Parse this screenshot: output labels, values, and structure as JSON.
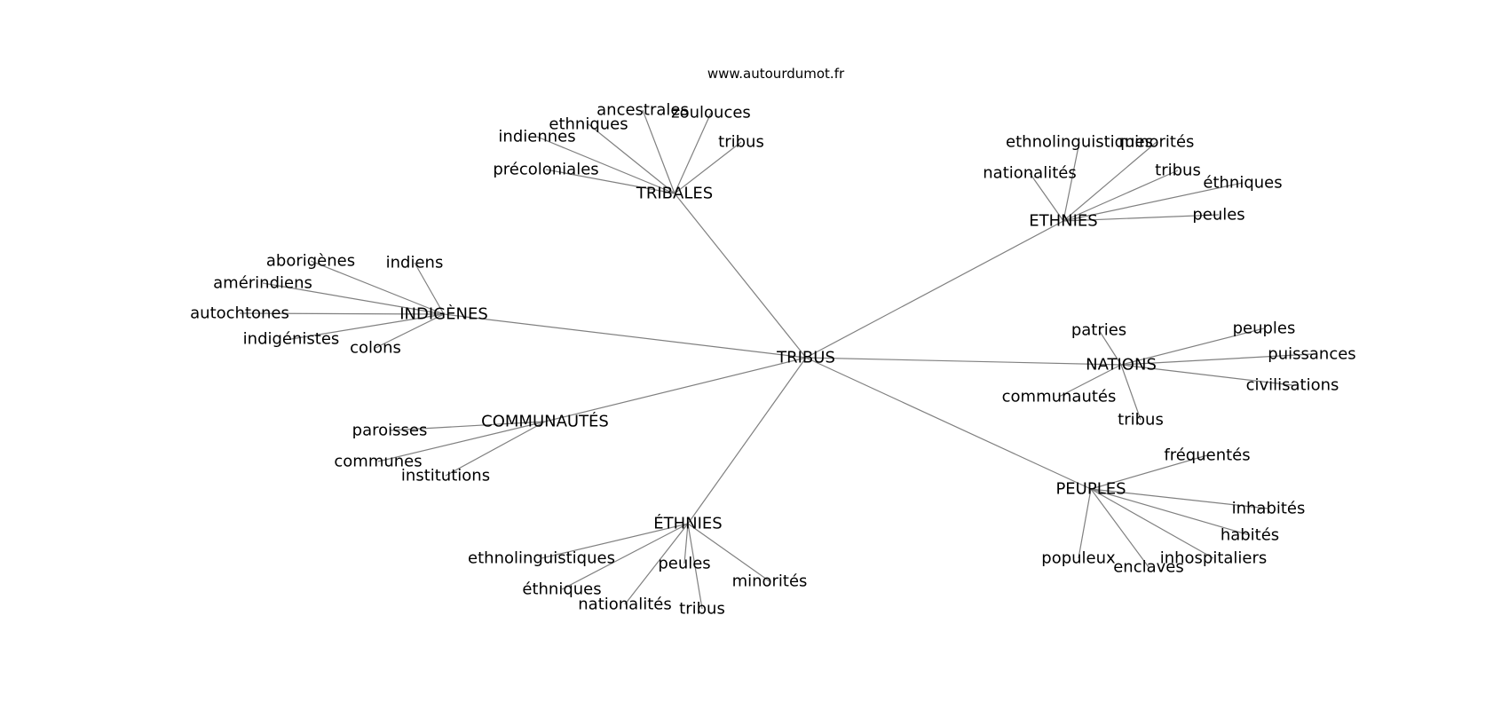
{
  "source": "www.autourdumot.fr",
  "colors": {
    "edge": "#808080",
    "text": "#000000",
    "background": "#ffffff"
  },
  "graph": {
    "center": "TRIBUS",
    "hubs": [
      {
        "label": "TRIBALES",
        "leaves": [
          "ancestrales",
          "zoulouces",
          "ethniques",
          "indiennes",
          "tribus",
          "précoloniales"
        ]
      },
      {
        "label": "ETHNIES",
        "leaves": [
          "ethnolinguistiques",
          "minorités",
          "nationalités",
          "tribus",
          "éthniques",
          "peules"
        ]
      },
      {
        "label": "INDIGÈNES",
        "leaves": [
          "aborigènes",
          "indiens",
          "amérindiens",
          "autochtones",
          "indigénistes",
          "colons"
        ]
      },
      {
        "label": "NATIONS",
        "leaves": [
          "patries",
          "peuples",
          "puissances",
          "civilisations",
          "communautés",
          "tribus"
        ]
      },
      {
        "label": "COMMUNAUTÉS",
        "leaves": [
          "paroisses",
          "communes",
          "institutions"
        ]
      },
      {
        "label": "PEUPLES",
        "leaves": [
          "fréquentés",
          "inhabités",
          "habités",
          "populeux",
          "inhospitaliers",
          "enclaves"
        ]
      },
      {
        "label": "ÉTHNIES",
        "leaves": [
          "ethnolinguistiques",
          "peules",
          "minorités",
          "éthniques",
          "nationalités",
          "tribus"
        ]
      }
    ]
  }
}
